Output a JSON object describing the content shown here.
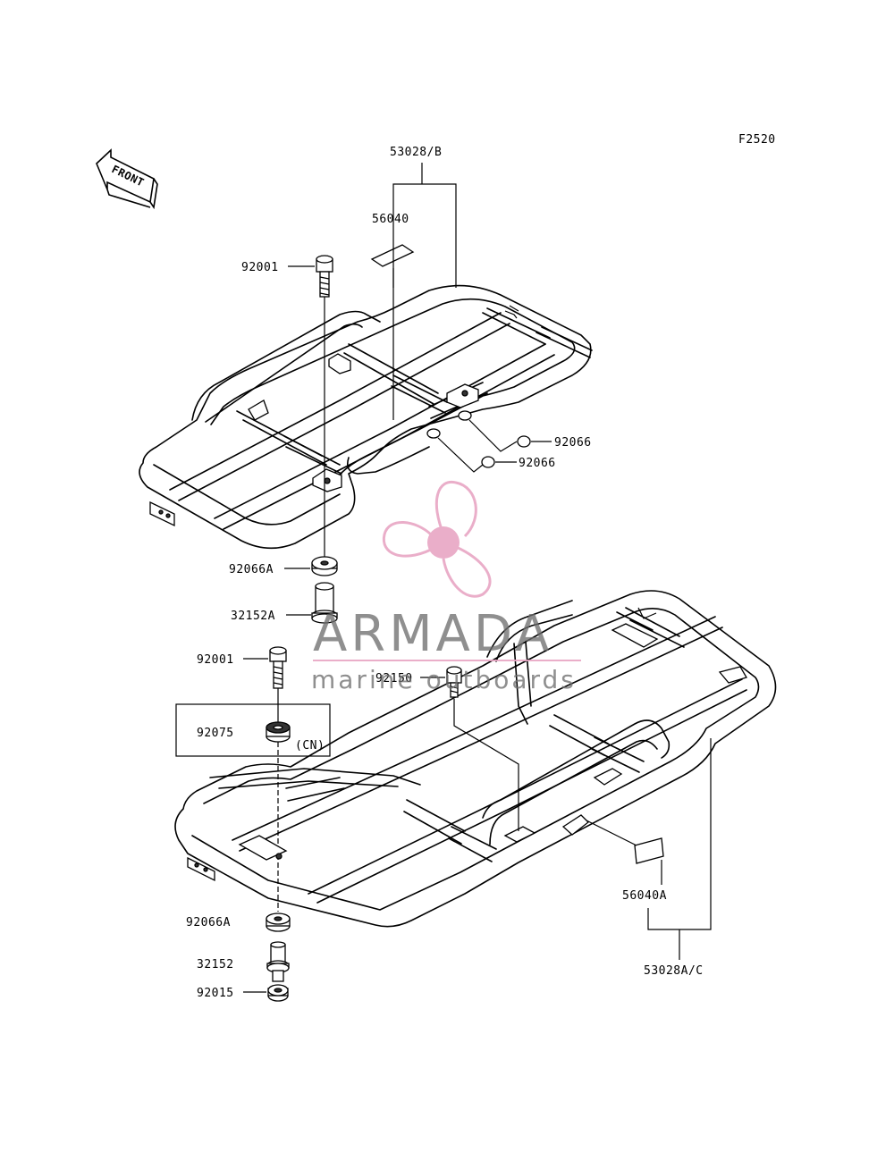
{
  "figure_code": "F2520",
  "front_label": "FRONT",
  "labels": {
    "p53028b": "53028/B",
    "p56040": "56040",
    "p92001_top": "92001",
    "p92066_a": "92066",
    "p92066_b": "92066",
    "p92066A_top": "92066A",
    "p32152A": "32152A",
    "p92001_mid": "92001",
    "p92150": "92150",
    "p92075": "92075",
    "cn": "(CN)",
    "p56040A": "56040A",
    "p92066A_bot": "92066A",
    "p32152": "32152",
    "p92015": "92015",
    "p53028ac": "53028A/C"
  },
  "watermark": {
    "brand": "ARMADA",
    "tagline": "marine outboards",
    "logo_color": "#e8a6c4",
    "text_color": "#6e6e6e"
  }
}
